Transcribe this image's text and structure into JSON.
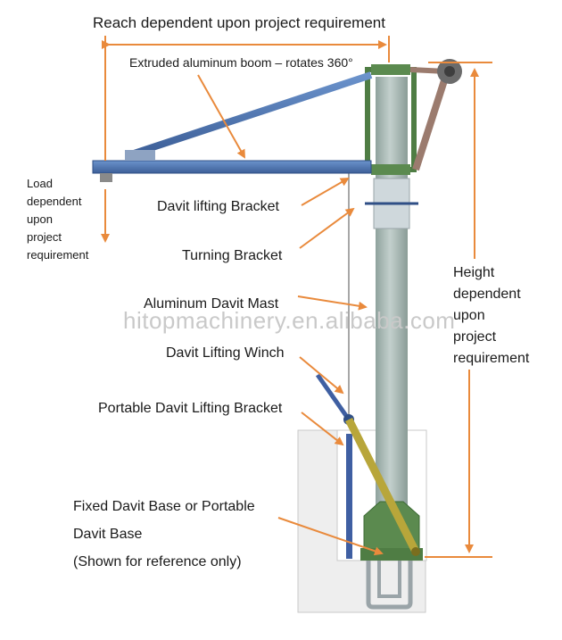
{
  "labels": {
    "reach": "Reach dependent upon project requirement",
    "boom": "Extruded aluminum boom – rotates 360°",
    "load": [
      "Load",
      "dependent",
      "upon",
      "project",
      "requirement"
    ],
    "lifting_bracket": "Davit lifting Bracket",
    "turning_bracket": "Turning Bracket",
    "mast": "Aluminum Davit Mast",
    "height": [
      "Height",
      "dependent",
      "upon",
      "project",
      "requirement"
    ],
    "winch": "Davit Lifting Winch",
    "portable_bracket": "Portable Davit Lifting Bracket",
    "base": [
      "Fixed Davit Base or Portable",
      "Davit Base",
      "(Shown for reference only)"
    ]
  },
  "watermark": "hitopmachinery.en.alibaba.com",
  "colors": {
    "annotation": "#e98a3c",
    "boom": "#4a72b0",
    "mast": "#a8b8b4",
    "bracket_green": "#5b8a4f",
    "lifting_arm": "#b8a63a",
    "tension_rod": "#9b7b6e",
    "base_block": "#eeeeee"
  }
}
